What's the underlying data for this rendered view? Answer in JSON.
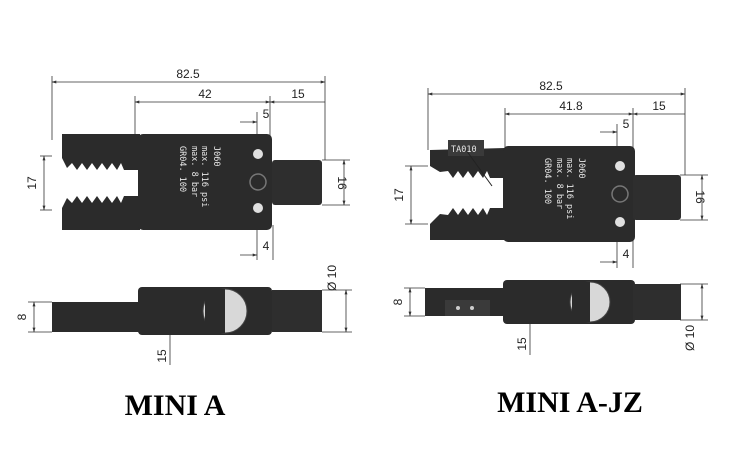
{
  "left": {
    "title": "MINI A",
    "dims": {
      "overall": "82.5",
      "mid": "42",
      "shank": "15",
      "pin_top": "5",
      "pin_bottom": "4",
      "jaw_height": "17",
      "shank_height": "16",
      "thickness": "8",
      "diameter": "Ø 10",
      "side_15": "15"
    },
    "label": {
      "model": "GR04. 100",
      "pressure": "max. 8 bar",
      "psi": "max. 116 psi",
      "code": "J060"
    }
  },
  "right": {
    "title": "MINI A-JZ",
    "dims": {
      "overall": "82.5",
      "mid": "41.8",
      "shank": "15",
      "pin_top": "5",
      "pin_bottom": "4",
      "jaw_height": "17",
      "shank_height": "16",
      "thickness": "8",
      "diameter": "Ø 10",
      "side_15": "15"
    },
    "label": {
      "model": "GR04. 100",
      "pressure": "max. 8 bar",
      "psi": "max. 116 psi",
      "code": "J060"
    },
    "tag": "TA010"
  },
  "colors": {
    "body": "#2b2b2b",
    "body_light": "#3a3a3a",
    "line": "#333333"
  }
}
